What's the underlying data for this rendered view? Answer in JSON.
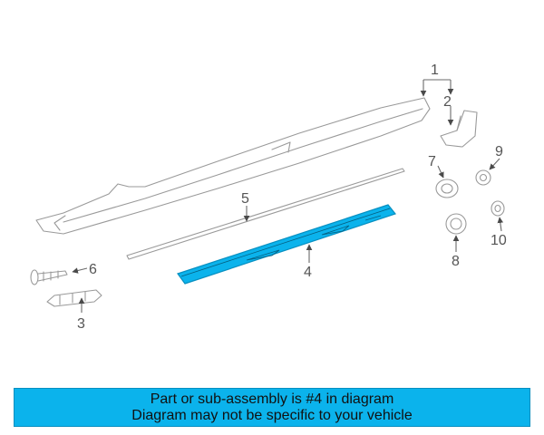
{
  "diagram": {
    "callouts": [
      "1",
      "2",
      "3",
      "4",
      "5",
      "6",
      "7",
      "8",
      "9",
      "10"
    ],
    "highlight_color": "#0bb3ec"
  },
  "banner": {
    "line1": "Part or sub-assembly is #4 in diagram",
    "line2": "Diagram may not be specific to your vehicle"
  }
}
